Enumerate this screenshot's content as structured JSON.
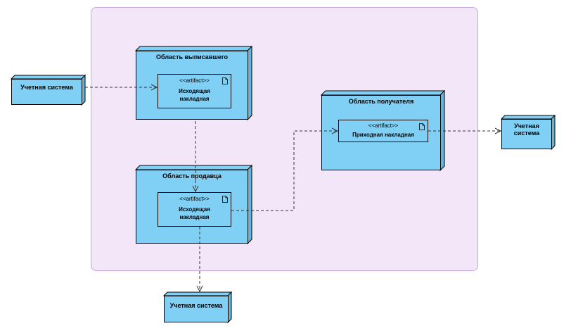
{
  "nodes": {
    "issuer_area": {
      "title": "Область выписавшего"
    },
    "seller_area": {
      "title": "Область продавца"
    },
    "receiver_area": {
      "title": "Область получателя"
    },
    "acct_left": {
      "title": "Учетная система"
    },
    "acct_right": {
      "title": "Учетная система"
    },
    "acct_bottom": {
      "title": "Учетная система"
    }
  },
  "artifacts": {
    "outgoing_issuer": {
      "stereotype": "<<artifact>>",
      "name_line1": "Исходящая",
      "name_line2": "накладная"
    },
    "outgoing_seller": {
      "stereotype": "<<artifact>>",
      "name_line1": "Исходящая",
      "name_line2": "накладная"
    },
    "incoming": {
      "stereotype": "<<artifact>>",
      "name_line1": "Приходная накладная"
    }
  },
  "colors": {
    "node_fill": "#80d0f5",
    "boundary_fill": "#f3e6f8",
    "boundary_border": "#c9a6dc"
  }
}
